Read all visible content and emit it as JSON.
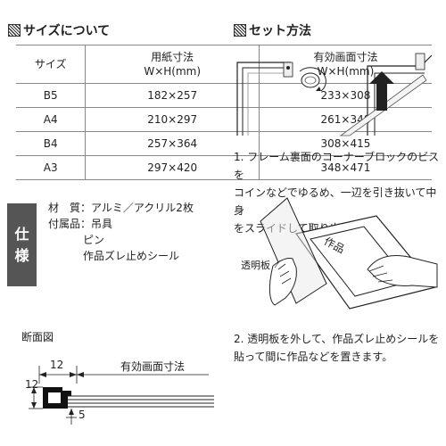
{
  "size_section": {
    "title": "サイズについて",
    "table": {
      "headers": [
        "サイズ",
        "用紙寸法",
        "W×H(mm)",
        "有効画面寸法",
        "W×H(mm)"
      ],
      "rows": [
        {
          "size": "B5",
          "paper": "182×257",
          "effective": "233×308"
        },
        {
          "size": "A4",
          "paper": "210×297",
          "effective": "261×348"
        },
        {
          "size": "B4",
          "paper": "257×364",
          "effective": "308×415"
        },
        {
          "size": "A3",
          "paper": "297×420",
          "effective": "348×471"
        }
      ]
    }
  },
  "set_section": {
    "title": "セット方法",
    "step1": [
      "1. フレーム裏面のコーナーブロックのビスを",
      "コインなどでゆるめ、一辺を引き抜いて中身",
      "をスライドして取り出します。"
    ],
    "step2": [
      "2. 透明板を外して、作品ズレ止めシールを",
      "貼って間に作品などを置きます。"
    ],
    "illus_labels": {
      "clear_plate": "透明板",
      "artwork": "作品"
    }
  },
  "spec": {
    "tab": [
      "仕",
      "様"
    ],
    "material_label": "材　質",
    "material_value": "アルミ／アクリル2枚",
    "accessories_label": "付属品",
    "accessories": [
      "吊具",
      "ピン",
      "作品ズレ止めシール"
    ]
  },
  "cross_section": {
    "title": "断面図",
    "dim_width": "12",
    "dim_height": "12",
    "dim_depth": "5",
    "effective_label": "有効画面寸法"
  }
}
